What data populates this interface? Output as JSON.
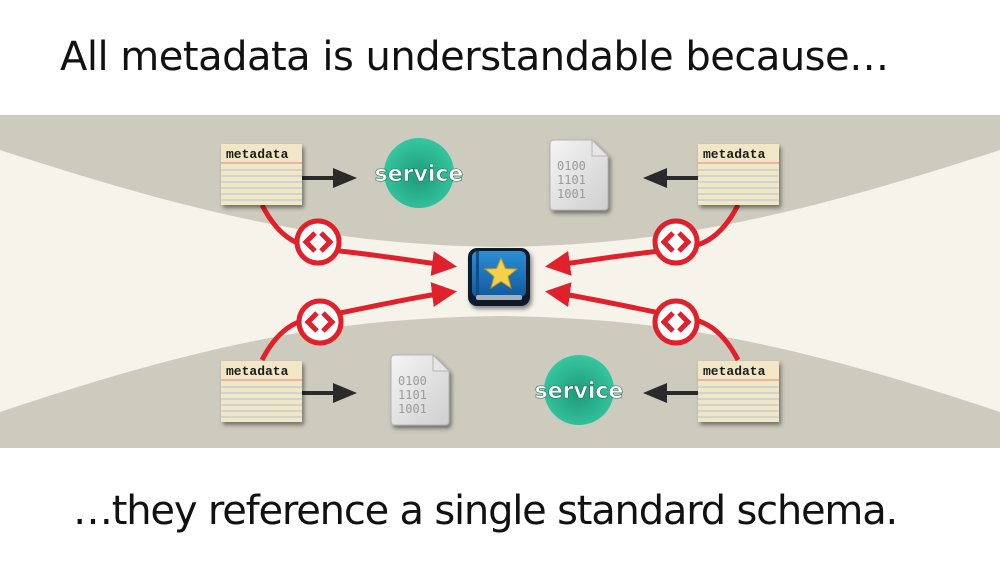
{
  "header": {
    "title": "All metadata is understandable because…"
  },
  "footer": {
    "caption": "…they reference a single standard schema."
  },
  "colors": {
    "band": "#cdcbbd",
    "funnel": "#f5f3ea",
    "arrow_red": "#e0202a",
    "arrow_dark": "#2a2a2a",
    "service": "#2fbf9a",
    "schema_book": "#1e73b8",
    "star": "#f2d24b"
  },
  "diagram": {
    "schema": {
      "icon": "schema-book-star-icon"
    },
    "nodes": [
      {
        "id": "tl",
        "card_label": "metadata",
        "target": "service",
        "target_label": "service",
        "link_icon": "code-brackets-icon"
      },
      {
        "id": "tr",
        "card_label": "metadata",
        "target": "binary-file",
        "binary_lines": [
          "0100",
          "1101",
          "1001"
        ],
        "link_icon": "code-brackets-icon"
      },
      {
        "id": "bl",
        "card_label": "metadata",
        "target": "binary-file",
        "binary_lines": [
          "0100",
          "1101",
          "1001"
        ],
        "link_icon": "code-brackets-icon"
      },
      {
        "id": "br",
        "card_label": "metadata",
        "target": "service",
        "target_label": "service",
        "link_icon": "code-brackets-icon"
      }
    ]
  }
}
